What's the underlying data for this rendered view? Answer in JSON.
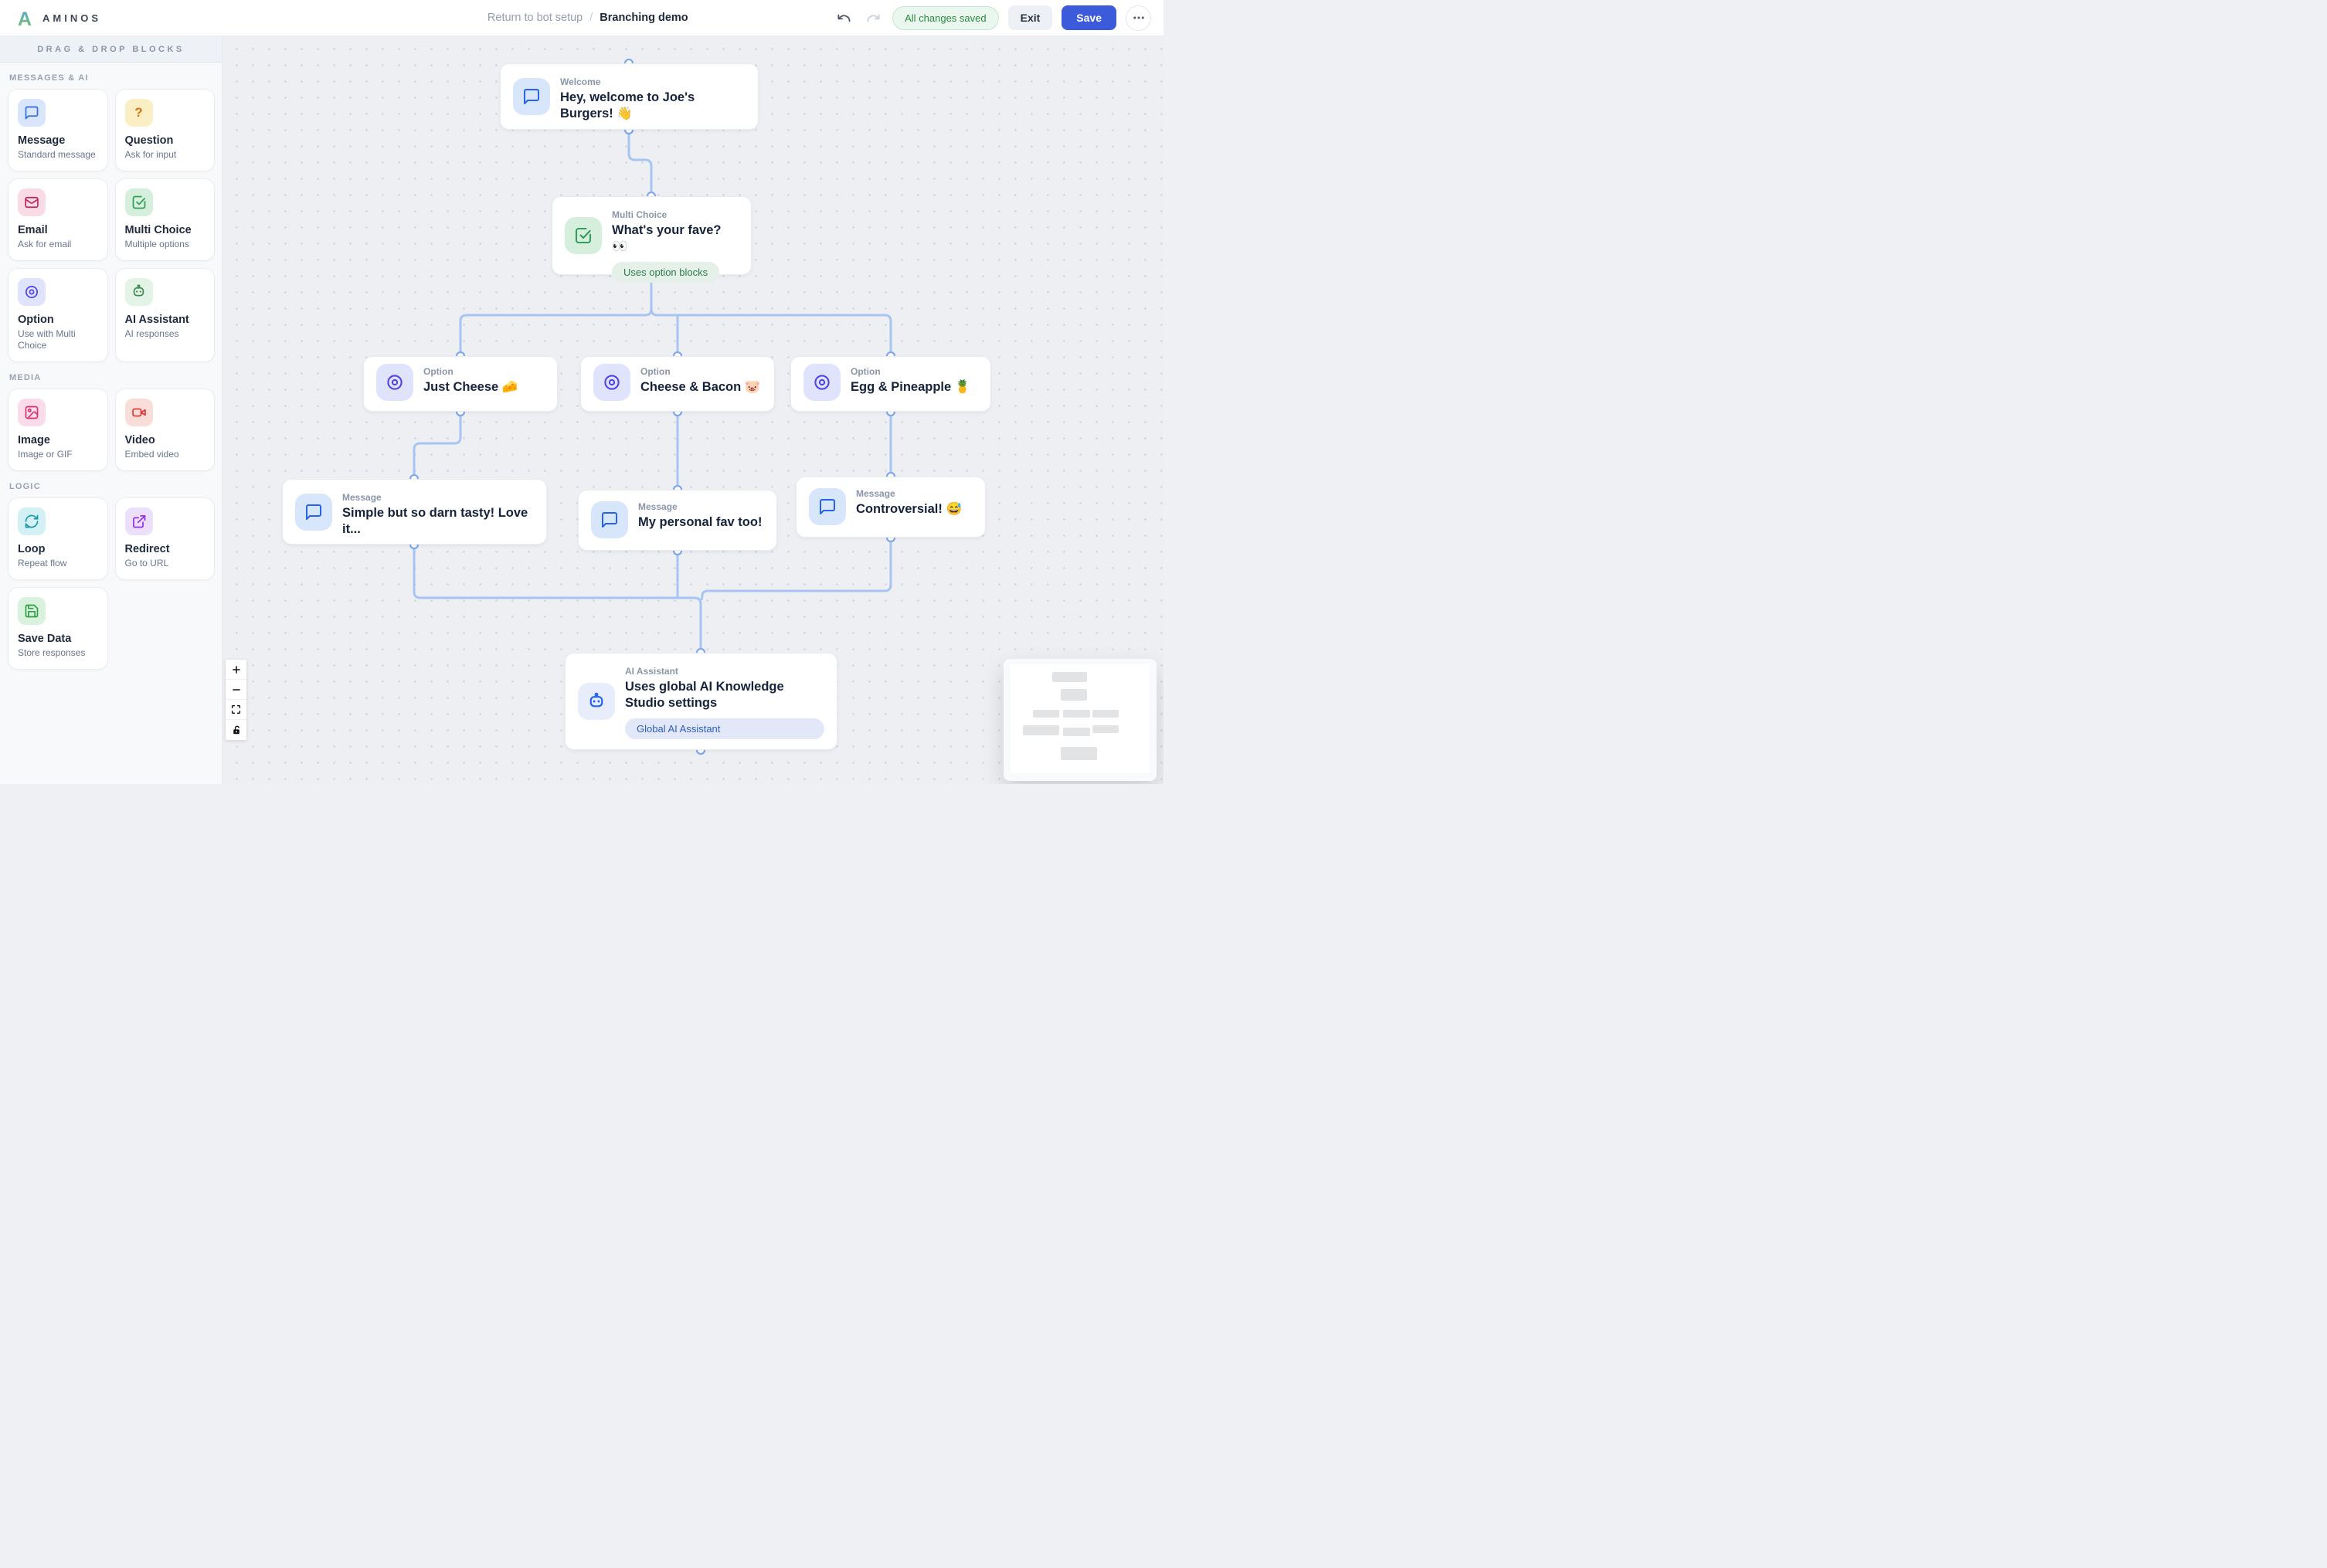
{
  "topbar": {
    "brand": "AMINOS",
    "breadcrumb": {
      "back": "Return to bot setup",
      "separator": "/",
      "current": "Branching demo"
    },
    "status_badge": "All changes saved",
    "exit_label": "Exit",
    "save_label": "Save"
  },
  "sidebar": {
    "header": "DRAG & DROP BLOCKS",
    "sections": [
      {
        "label": "MESSAGES & AI",
        "blocks": [
          {
            "title": "Message",
            "subtitle": "Standard message",
            "icon": "message-icon"
          },
          {
            "title": "Question",
            "subtitle": "Ask for input",
            "icon": "question-icon",
            "glyph": "?"
          },
          {
            "title": "Email",
            "subtitle": "Ask for email",
            "icon": "email-icon"
          },
          {
            "title": "Multi Choice",
            "subtitle": "Multiple options",
            "icon": "multi-choice-icon"
          },
          {
            "title": "Option",
            "subtitle": "Use with Multi Choice",
            "icon": "option-icon"
          },
          {
            "title": "AI Assistant",
            "subtitle": "AI responses",
            "icon": "robot-icon"
          }
        ]
      },
      {
        "label": "MEDIA",
        "blocks": [
          {
            "title": "Image",
            "subtitle": "Image or GIF",
            "icon": "image-icon"
          },
          {
            "title": "Video",
            "subtitle": "Embed video",
            "icon": "video-icon"
          }
        ]
      },
      {
        "label": "LOGIC",
        "blocks": [
          {
            "title": "Loop",
            "subtitle": "Repeat flow",
            "icon": "loop-icon"
          },
          {
            "title": "Redirect",
            "subtitle": "Go to URL",
            "icon": "redirect-icon"
          },
          {
            "title": "Save Data",
            "subtitle": "Store responses",
            "icon": "save-icon"
          }
        ]
      }
    ]
  },
  "flow": {
    "nodes": [
      {
        "type_label": "Welcome",
        "title": "Hey, welcome to Joe's Burgers! 👋"
      },
      {
        "type_label": "Multi Choice",
        "title": "What's your fave? 👀",
        "badge": "Uses option blocks"
      },
      {
        "type_label": "Option",
        "title": "Just Cheese 🧀"
      },
      {
        "type_label": "Option",
        "title": "Cheese & Bacon 🐷"
      },
      {
        "type_label": "Option",
        "title": "Egg & Pineapple 🍍"
      },
      {
        "type_label": "Message",
        "title": "Simple but so darn tasty! Love it..."
      },
      {
        "type_label": "Message",
        "title": "My personal fav too!"
      },
      {
        "type_label": "Message",
        "title": "Controversial! 😅"
      },
      {
        "type_label": "AI Assistant",
        "title": "Uses global AI Knowledge Studio settings",
        "badge": "Global AI Assistant"
      }
    ]
  },
  "theme": {
    "save_button": "#3b5bdb",
    "status_green": "#2b8a3e",
    "edge_blue": "#a7c5f2",
    "handle_blue": "#7fa8ee",
    "logo_gradient": [
      "#55a7d8",
      "#7cc163"
    ]
  }
}
